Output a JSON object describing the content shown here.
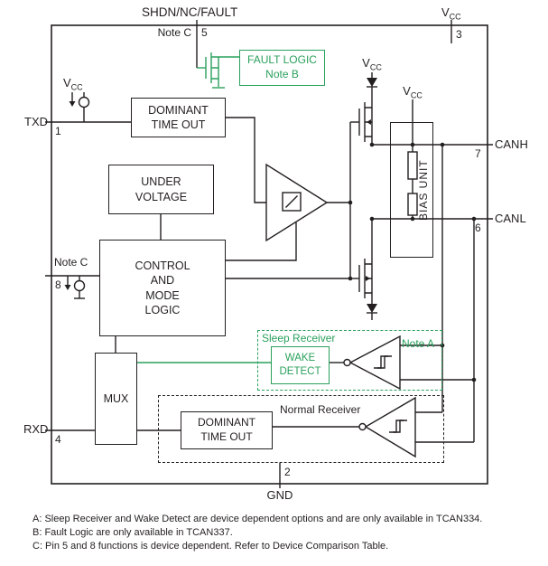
{
  "colors": {
    "green": "#2aa05c",
    "line": "#231f20"
  },
  "labels": {
    "vcc_base": "V",
    "vcc_sub": "CC",
    "shdn": "SHDN/NC/FAULT",
    "note_c": "Note C",
    "note_a": "Note A",
    "gnd": "GND",
    "txd": "TXD",
    "rxd": "RXD",
    "canh": "CANH",
    "canl": "CANL"
  },
  "pins": {
    "p1": "1",
    "p2": "2",
    "p3": "3",
    "p4": "4",
    "p5": "5",
    "p6": "6",
    "p7": "7",
    "p8": "8"
  },
  "blocks": {
    "fault_logic_1": "FAULT LOGIC",
    "fault_logic_2": "Note B",
    "dom_timeout_1": "DOMINANT",
    "dom_timeout_2": "TIME OUT",
    "under_voltage_1": "UNDER",
    "under_voltage_2": "VOLTAGE",
    "control_1": "CONTROL",
    "control_2": "AND",
    "control_3": "MODE",
    "control_4": "LOGIC",
    "bias_unit": "BIAS UNIT",
    "mux": "MUX",
    "wake_1": "WAKE",
    "wake_2": "DETECT",
    "sleep_receiver": "Sleep Receiver",
    "normal_receiver": "Normal Receiver"
  },
  "notes": [
    "A: Sleep Receiver and Wake Detect are device dependent options and are only available in TCAN334.",
    "B: Fault Logic are only available in TCAN337.",
    "C: Pin 5 and 8 functions is device dependent. Refer to Device Comparison Table."
  ]
}
